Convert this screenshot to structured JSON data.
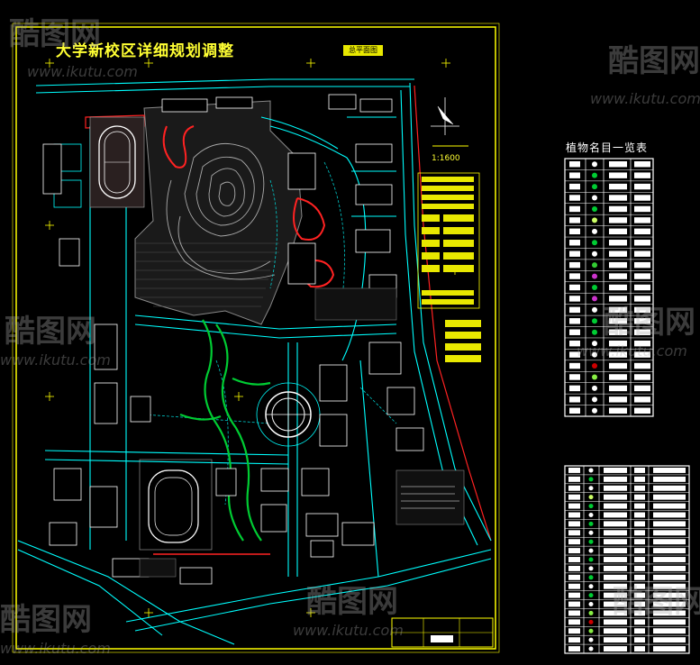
{
  "drawing": {
    "title": "大学新校区详细规划调整",
    "subtitle": "总平面图",
    "scale": "1:1600"
  },
  "plant_table": {
    "title": "植物名目一览表"
  },
  "watermark": {
    "logo_text": "酷图网",
    "url": "www.ikutu.com"
  },
  "colors": {
    "frame": "#ffff00",
    "roads": "#00ffff",
    "buildings": "#ffffff",
    "green_belt": "#00cc33",
    "contours": "#aaaaaa",
    "red_lines": "#ff2222"
  }
}
